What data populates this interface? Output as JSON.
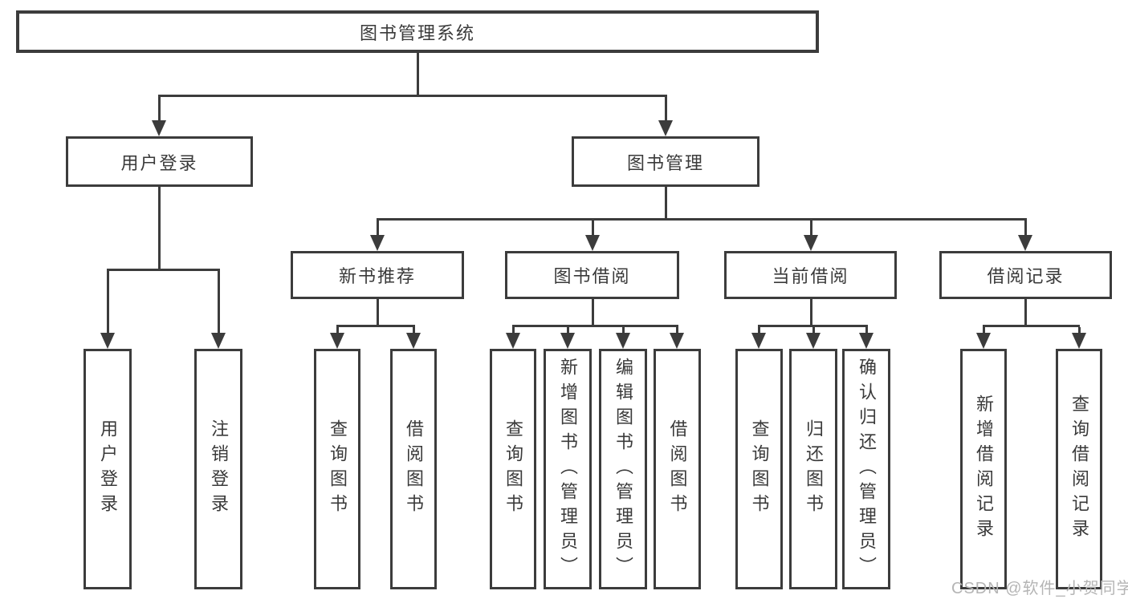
{
  "tree": {
    "label": "图书管理系统",
    "children": [
      {
        "label": "用户登录",
        "children": [
          {
            "label": "用户登录"
          },
          {
            "label": "注销登录"
          }
        ]
      },
      {
        "label": "图书管理",
        "children": [
          {
            "label": "新书推荐",
            "children": [
              {
                "label": "查询图书"
              },
              {
                "label": "借阅图书"
              }
            ]
          },
          {
            "label": "图书借阅",
            "children": [
              {
                "label": "查询图书"
              },
              {
                "label": "新增图书（管理员）"
              },
              {
                "label": "编辑图书（管理员）"
              },
              {
                "label": "借阅图书"
              }
            ]
          },
          {
            "label": "当前借阅",
            "children": [
              {
                "label": "查询图书"
              },
              {
                "label": "归还图书"
              },
              {
                "label": "确认归还（管理员）"
              }
            ]
          },
          {
            "label": "借阅记录",
            "children": [
              {
                "label": "新增借阅记录"
              },
              {
                "label": "查询借阅记录"
              }
            ]
          }
        ]
      }
    ]
  },
  "watermark": "CSDN @软件_小贺同学",
  "colors": {
    "line": "#3c3c3c",
    "text": "#3a3a3a",
    "watermark": "#b5b5b5",
    "background": "#ffffff"
  }
}
